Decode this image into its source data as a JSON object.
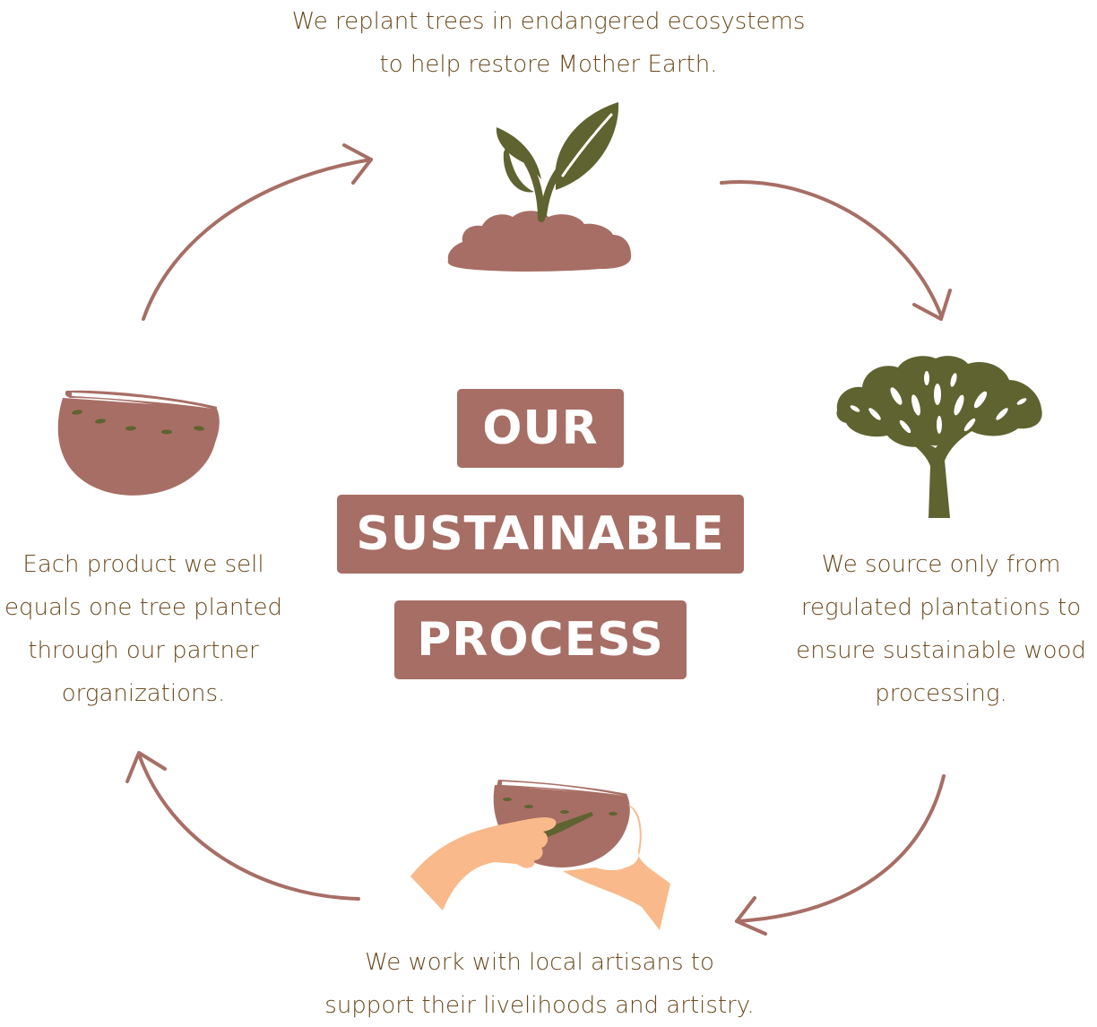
{
  "title": {
    "line1": "OUR",
    "line2": "SUSTAINABLE",
    "line3": "PROCESS"
  },
  "steps": {
    "top": {
      "lines": [
        "We replant trees in endangered ecosystems",
        "to help restore Mother Earth."
      ],
      "icon": "sprout-icon"
    },
    "right": {
      "lines": [
        "We source only from",
        "regulated plantations to",
        "ensure sustainable wood",
        "processing."
      ],
      "icon": "tree-icon"
    },
    "bottom": {
      "lines": [
        "We work with local artisans to",
        "support their livelihoods and artistry."
      ],
      "icon": "artisan-hands-icon"
    },
    "left": {
      "lines": [
        "Each product we sell",
        "equals one tree planted",
        "through our partner",
        "organizations."
      ],
      "icon": "bowl-icon"
    }
  },
  "colors": {
    "accent": "#a76e65",
    "olive": "#5f6330",
    "text": "#6b4a1f",
    "skin": "#f9b98a"
  }
}
